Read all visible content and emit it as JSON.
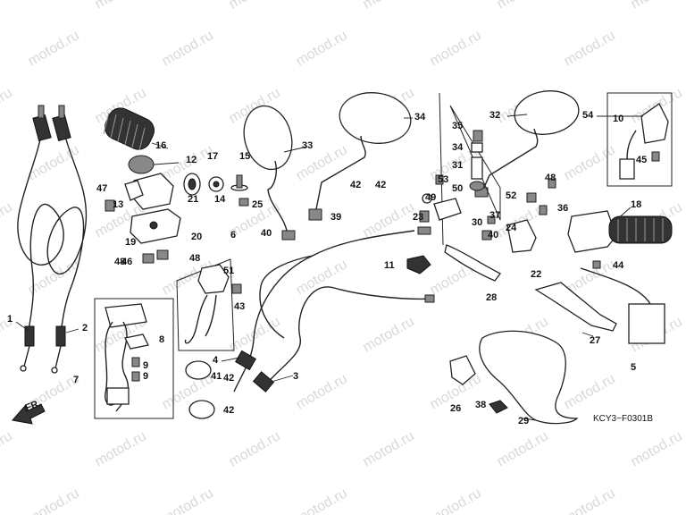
{
  "diagram": {
    "code": "KCY3−F0301B",
    "direction_label": "FR.",
    "watermark": "motod.ru",
    "part_labels": [
      "1",
      "2",
      "3",
      "4",
      "5",
      "6",
      "7",
      "8",
      "9",
      "9",
      "10",
      "11",
      "12",
      "13",
      "14",
      "15",
      "16",
      "17",
      "18",
      "19",
      "20",
      "21",
      "22",
      "23",
      "24",
      "25",
      "26",
      "27",
      "28",
      "29",
      "30",
      "31",
      "32",
      "33",
      "34",
      "34",
      "35",
      "36",
      "37",
      "38",
      "39",
      "40",
      "40",
      "41",
      "42",
      "42",
      "42",
      "42",
      "43",
      "44",
      "45",
      "46",
      "47",
      "48",
      "48",
      "48",
      "49",
      "50",
      "51",
      "52",
      "53",
      "54"
    ]
  }
}
